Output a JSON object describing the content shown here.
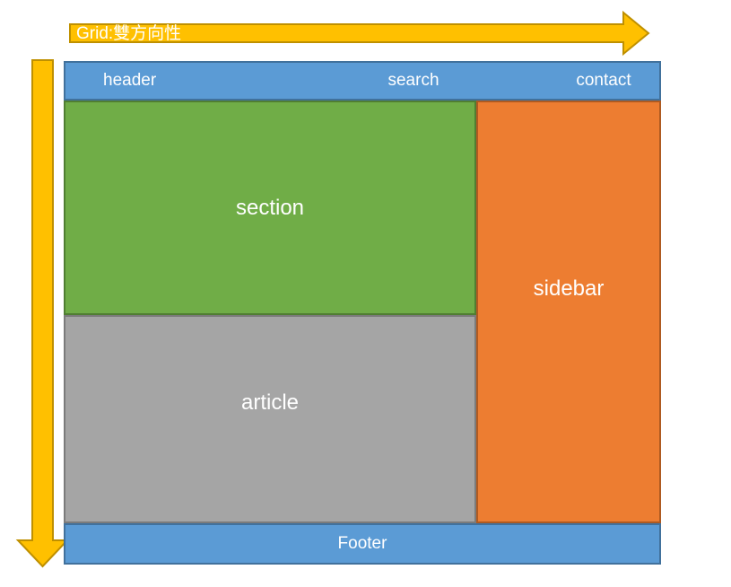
{
  "diagram": {
    "top_arrow_label": "Grid:雙方向性",
    "header": {
      "label": "header"
    },
    "search": {
      "label": "search"
    },
    "contact": {
      "label": "contact"
    },
    "section": {
      "label": "section"
    },
    "article": {
      "label": "article"
    },
    "sidebar": {
      "label": "sidebar"
    },
    "footer": {
      "label": "Footer"
    }
  },
  "colors": {
    "arrow_fill": "#FFC000",
    "arrow_border": "#BF9000",
    "header_footer_fill": "#5B9BD5",
    "header_footer_border": "#41719C",
    "section_fill": "#70AD47",
    "section_border": "#507E32",
    "article_fill": "#A5A5A5",
    "article_border": "#7B7B7B",
    "sidebar_fill": "#ED7D31",
    "sidebar_border": "#AE5A21",
    "label_text": "#FFFFFF"
  }
}
